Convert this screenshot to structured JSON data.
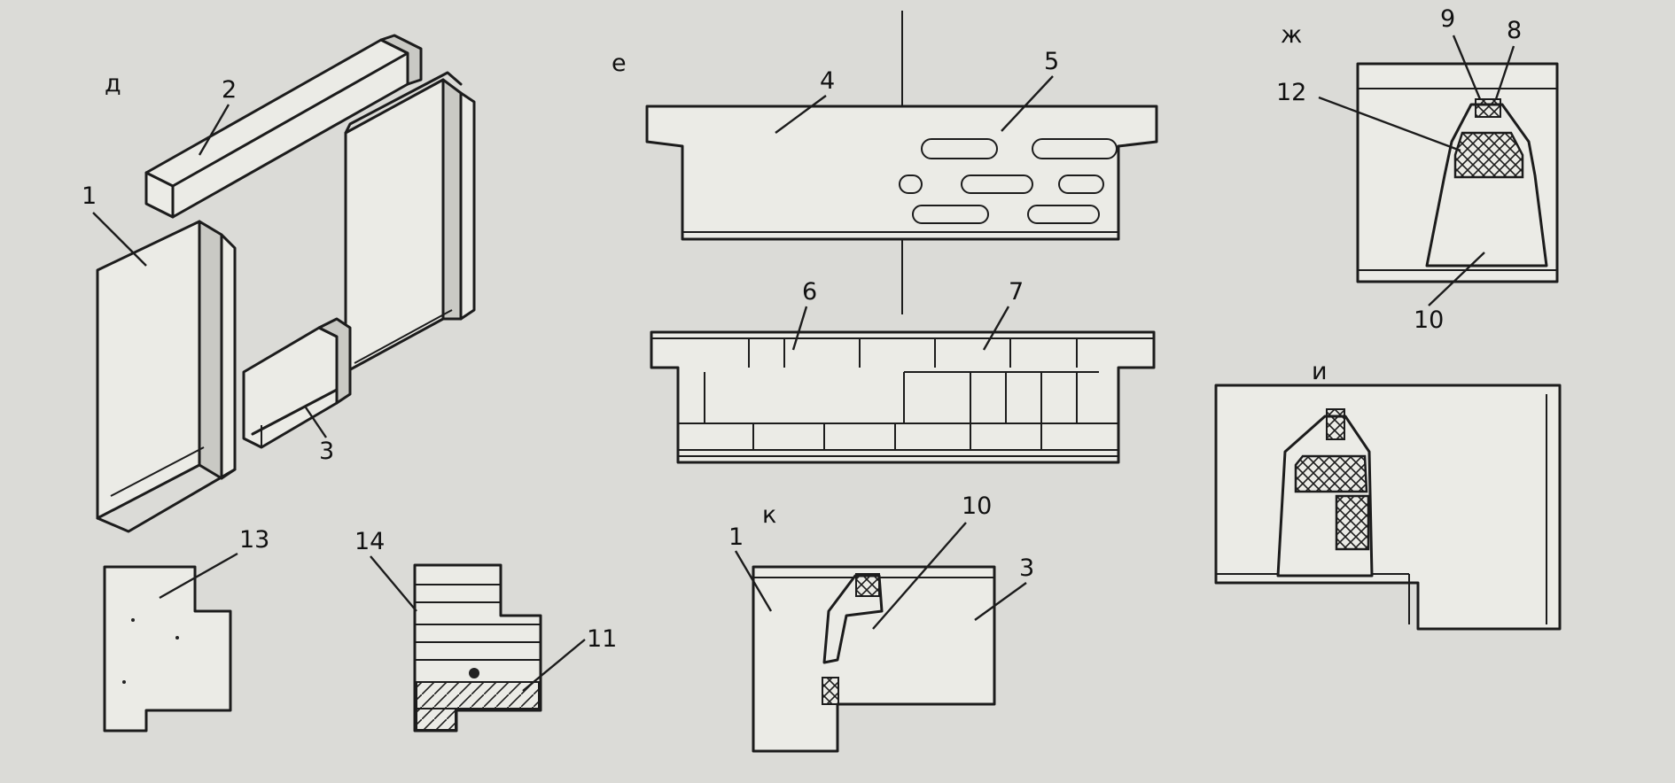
{
  "sections": {
    "d": "д",
    "e": "е",
    "zh": "ж",
    "i": "и",
    "k": "к"
  },
  "numbers": {
    "n1": "1",
    "n2": "2",
    "n3": "3",
    "n4": "4",
    "n5": "5",
    "n6": "6",
    "n7": "7",
    "n8": "8",
    "n9": "9",
    "n10": "10",
    "n11": "11",
    "n12": "12",
    "n13": "13",
    "n14": "14",
    "k_n1": "1",
    "k_n3": "3",
    "k_n10": "10",
    "zh_n10": "10"
  }
}
